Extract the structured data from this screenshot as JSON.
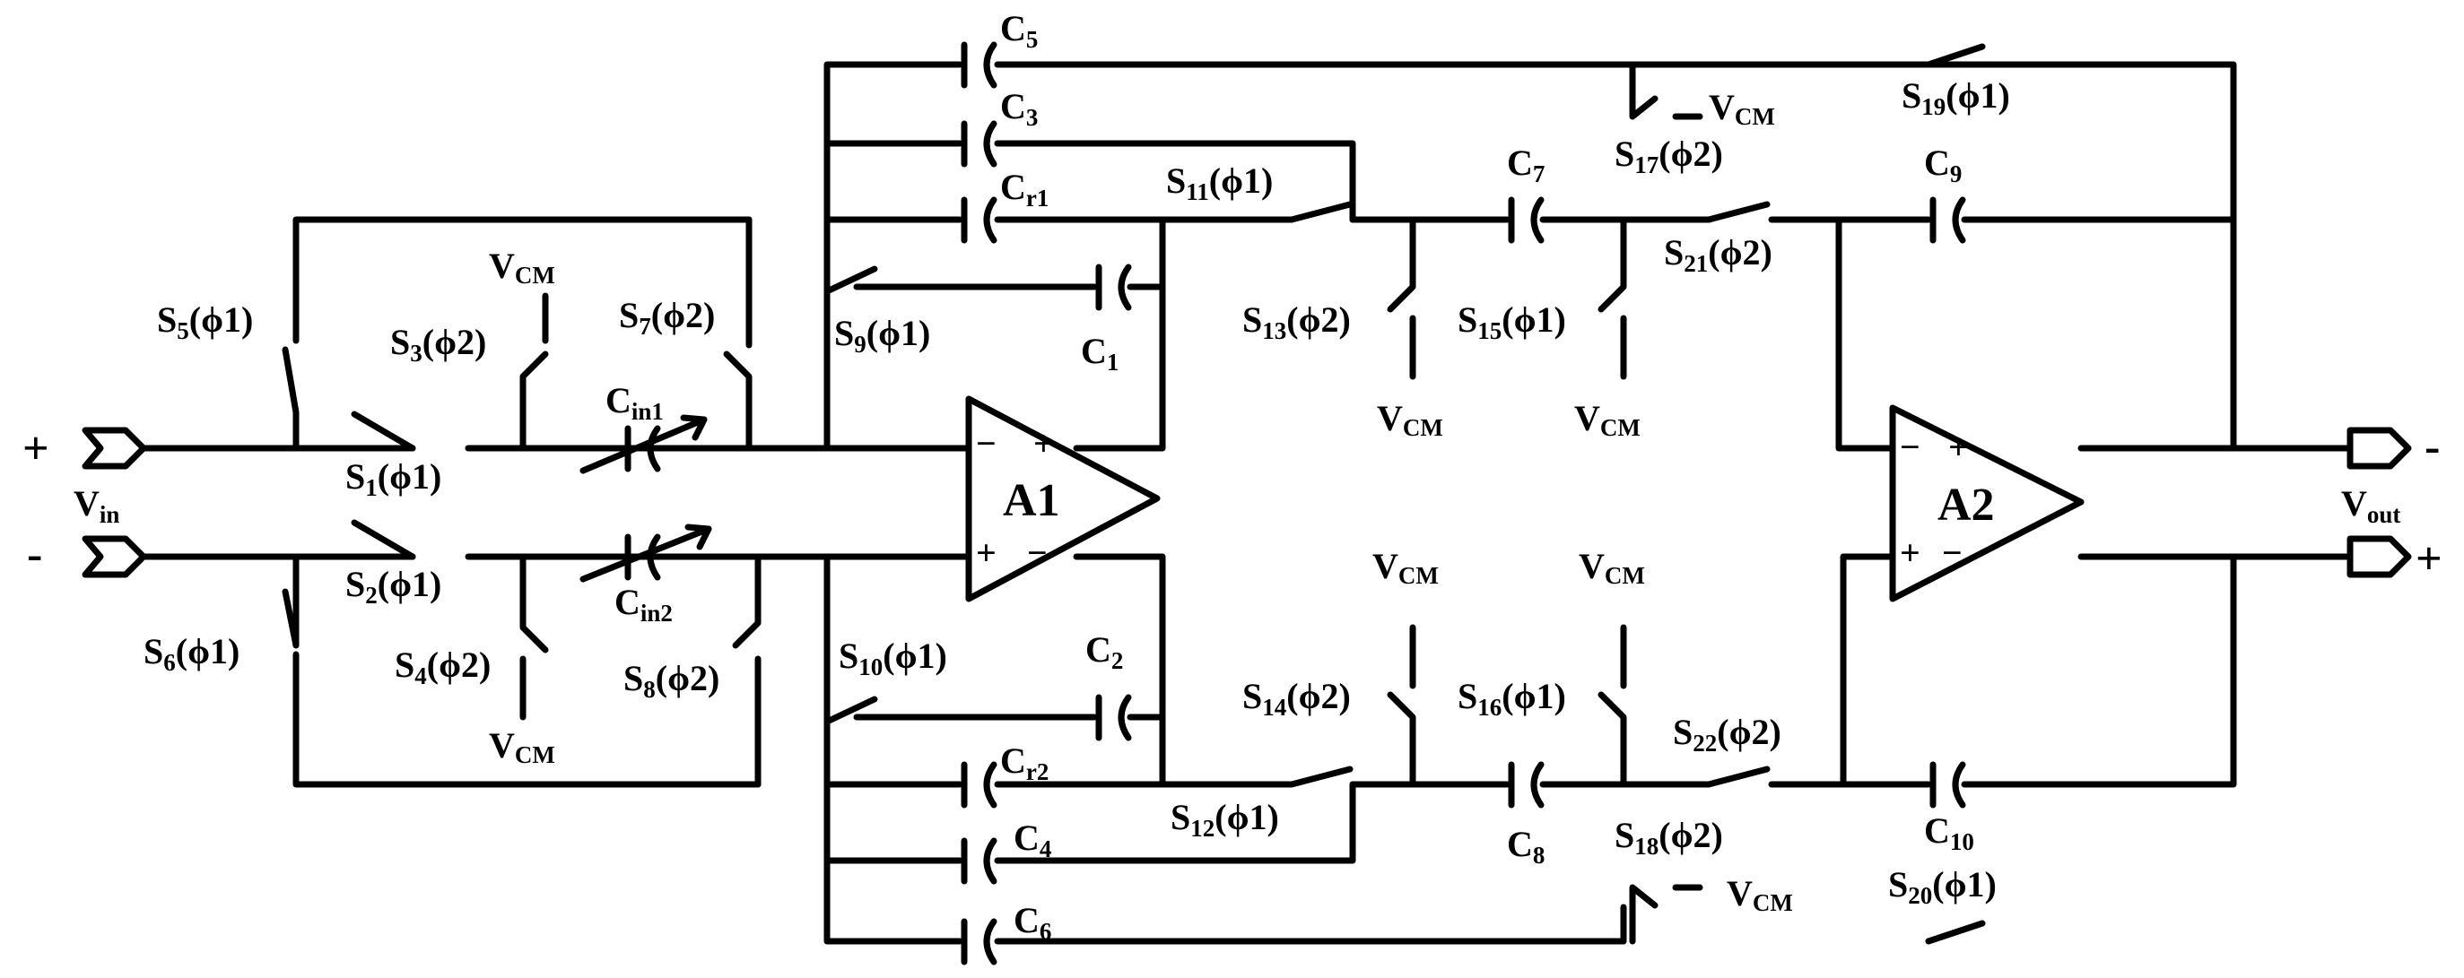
{
  "ports": {
    "vin": {
      "name": "V",
      "sub": "in",
      "pos_sign": "+",
      "neg_sign": "-"
    },
    "vout": {
      "name": "V",
      "sub": "out",
      "neg_sign": "-",
      "pos_sign": "+"
    }
  },
  "amplifiers": {
    "a1": {
      "label": "A1",
      "in_minus": "−",
      "in_plus": "+",
      "out_plus": "+",
      "out_minus": "−"
    },
    "a2": {
      "label": "A2",
      "in_minus": "−",
      "in_plus": "+",
      "out_plus": "+",
      "out_minus": "−"
    }
  },
  "capacitors": {
    "c1": {
      "name": "C",
      "sub": "1"
    },
    "c2": {
      "name": "C",
      "sub": "2"
    },
    "c3": {
      "name": "C",
      "sub": "3"
    },
    "c4": {
      "name": "C",
      "sub": "4"
    },
    "c5": {
      "name": "C",
      "sub": "5"
    },
    "c6": {
      "name": "C",
      "sub": "6"
    },
    "c7": {
      "name": "C",
      "sub": "7"
    },
    "c8": {
      "name": "C",
      "sub": "8"
    },
    "c9": {
      "name": "C",
      "sub": "9"
    },
    "c10": {
      "name": "C",
      "sub": "10"
    },
    "cr1": {
      "name": "C",
      "sub": "r1"
    },
    "cr2": {
      "name": "C",
      "sub": "r2"
    },
    "cin1": {
      "name": "C",
      "sub": "in1"
    },
    "cin2": {
      "name": "C",
      "sub": "in2"
    }
  },
  "switches": {
    "s1": {
      "name": "S",
      "sub": "1",
      "phase": "(ϕ1)"
    },
    "s2": {
      "name": "S",
      "sub": "2",
      "phase": "(ϕ1)"
    },
    "s3": {
      "name": "S",
      "sub": "3",
      "phase": "(ϕ2)"
    },
    "s4": {
      "name": "S",
      "sub": "4",
      "phase": "(ϕ2)"
    },
    "s5": {
      "name": "S",
      "sub": "5",
      "phase": "(ϕ1)"
    },
    "s6": {
      "name": "S",
      "sub": "6",
      "phase": "(ϕ1)"
    },
    "s7": {
      "name": "S",
      "sub": "7",
      "phase": "(ϕ2)"
    },
    "s8": {
      "name": "S",
      "sub": "8",
      "phase": "(ϕ2)"
    },
    "s9": {
      "name": "S",
      "sub": "9",
      "phase": "(ϕ1)"
    },
    "s10": {
      "name": "S",
      "sub": "10",
      "phase": "(ϕ1)"
    },
    "s11": {
      "name": "S",
      "sub": "11",
      "phase": "(ϕ1)"
    },
    "s12": {
      "name": "S",
      "sub": "12",
      "phase": "(ϕ1)"
    },
    "s13": {
      "name": "S",
      "sub": "13",
      "phase": "(ϕ2)"
    },
    "s14": {
      "name": "S",
      "sub": "14",
      "phase": "(ϕ2)"
    },
    "s15": {
      "name": "S",
      "sub": "15",
      "phase": "(ϕ1)"
    },
    "s16": {
      "name": "S",
      "sub": "16",
      "phase": "(ϕ1)"
    },
    "s17": {
      "name": "S",
      "sub": "17",
      "phase": "(ϕ2)"
    },
    "s18": {
      "name": "S",
      "sub": "18",
      "phase": "(ϕ2)"
    },
    "s19": {
      "name": "S",
      "sub": "19",
      "phase": "(ϕ1)"
    },
    "s20": {
      "name": "S",
      "sub": "20",
      "phase": "(ϕ1)"
    },
    "s21": {
      "name": "S",
      "sub": "21",
      "phase": "(ϕ2)"
    },
    "s22": {
      "name": "S",
      "sub": "22",
      "phase": "(ϕ2)"
    }
  },
  "vcm": {
    "name": "V",
    "sub": "CM"
  }
}
